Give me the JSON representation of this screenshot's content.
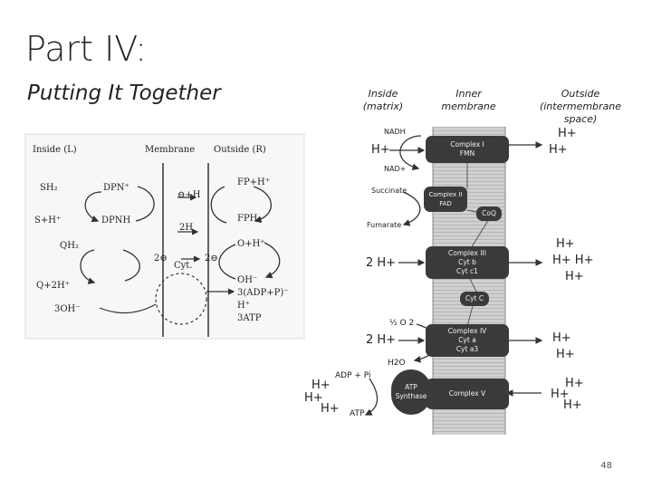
{
  "slide": {
    "title": "Part IV:",
    "subtitle": "Putting It Together",
    "page_number": "48"
  },
  "headers": {
    "inside": [
      "Inside",
      "(matrix)"
    ],
    "inner": [
      "Inner",
      "membrane"
    ],
    "outside": [
      "Outside",
      "(intermembrane space)"
    ]
  },
  "labels": {
    "nadh": "NADH",
    "nad_plus": "NAD+",
    "succinate": "Succinate",
    "fumarate": "Fumarate",
    "half_o2": "½ O 2",
    "h2o": "H2O",
    "adp_pi": "ADP + Pi",
    "atp": "ATP",
    "cyt_c": "Cyt C",
    "coq": "CoQ"
  },
  "complexes": {
    "c1": [
      "Complex I",
      "FMN"
    ],
    "c2": [
      "Complex II",
      "FAD"
    ],
    "c3": [
      "Complex III",
      "Cyt b",
      "Cyt c1"
    ],
    "c4": [
      "Complex IV",
      "Cyt a",
      "Cyt a3"
    ],
    "c5": [
      "Complex V"
    ],
    "atp_synthase": [
      "ATP",
      "Synthase"
    ]
  },
  "protons": {
    "in_c1": "H+",
    "in_c3": "2 H+",
    "in_c4": "2 H+",
    "out_c1": [
      "H+",
      "H+"
    ],
    "out_c3": [
      "H+",
      "H+ H+",
      "H+"
    ],
    "out_c4": [
      "H+",
      "H+"
    ],
    "out_c5": [
      "H+",
      "H+",
      "H+"
    ],
    "left_atp": [
      "H+",
      "H+",
      "H+"
    ]
  },
  "old_diagram": {
    "inside": "Inside (L)",
    "membrane": "Membrane",
    "outside": "Outside (R)",
    "left_col": [
      "SH₂",
      "S+H⁺",
      "QH₂",
      "Q+2H⁺",
      "3OH⁻"
    ],
    "mid_col": [
      "DPN⁺",
      "DPNH",
      "⊖+H",
      "2H",
      "2⊖",
      "Cyt.",
      "2⊖"
    ],
    "right_col": [
      "FP+H⁺",
      "FPH₂",
      "O+H⁺",
      "OH⁻",
      "3(ADP+P)⁻",
      "H⁺",
      "3ATP"
    ]
  },
  "colors": {
    "membrane_fill": "#c7c7c7",
    "complex_fill": "#3a3a3a",
    "complex_text": "#f2f2f2"
  }
}
